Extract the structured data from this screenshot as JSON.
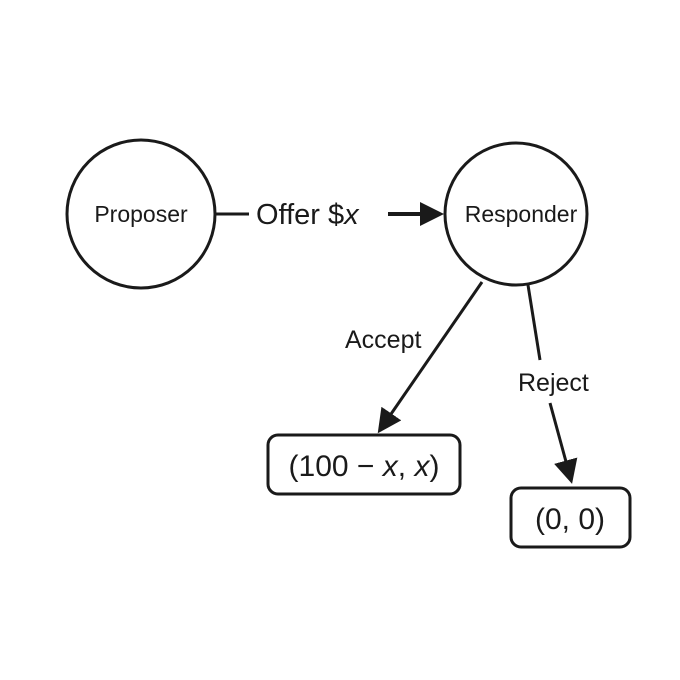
{
  "nodes": {
    "proposer": {
      "label": "Proposer"
    },
    "responder": {
      "label": "Responder"
    }
  },
  "edges": {
    "offer": {
      "prefix": "Offer $",
      "variable": "x"
    },
    "accept": {
      "label": "Accept"
    },
    "reject": {
      "label": "Reject"
    }
  },
  "payoffs": {
    "accept": {
      "open": "(100 − ",
      "x1": "x",
      "sep": ", ",
      "x2": "x",
      "close": ")"
    },
    "reject": {
      "text": "(0, 0)"
    }
  },
  "colors": {
    "stroke": "#1a1a1a",
    "background": "#ffffff"
  }
}
